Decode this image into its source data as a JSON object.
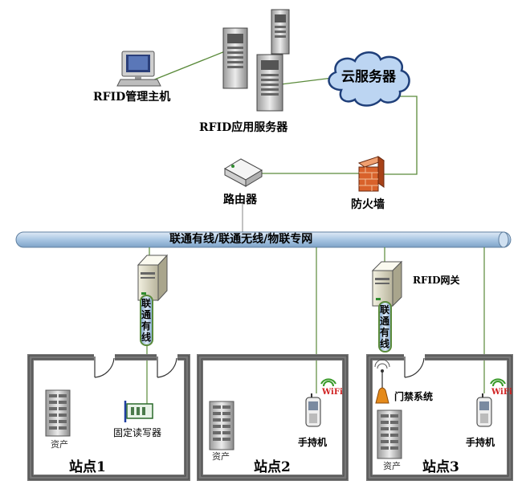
{
  "nodes": {
    "rfid_host": "RFID管理主机",
    "rfid_app_server": "RFID应用服务器",
    "cloud_server": "云服务器",
    "router": "路由器",
    "firewall": "防火墙",
    "network_bus": "联通有线/联通无线/物联专网",
    "rfid_gateway": "RFID网关",
    "wired_link_left": "联通有线",
    "wired_link_right": "联通有线",
    "fixed_reader": "固定读写器",
    "access_control": "门禁系统",
    "asset_1": "资产",
    "asset_2": "资产",
    "asset_3": "资产",
    "handheld_2": "手持机",
    "handheld_3": "手持机",
    "wifi_2": "WiFi",
    "wifi_3": "WiFi"
  },
  "sites": {
    "site_1": "站点1",
    "site_2": "站点2",
    "site_3": "站点3"
  },
  "colors": {
    "network_bus": "#b9d3ea",
    "link_green": "#5a8a3a",
    "link_gray": "#999999",
    "cloud": "#bcd5f2",
    "firewall": "#d9622b"
  }
}
